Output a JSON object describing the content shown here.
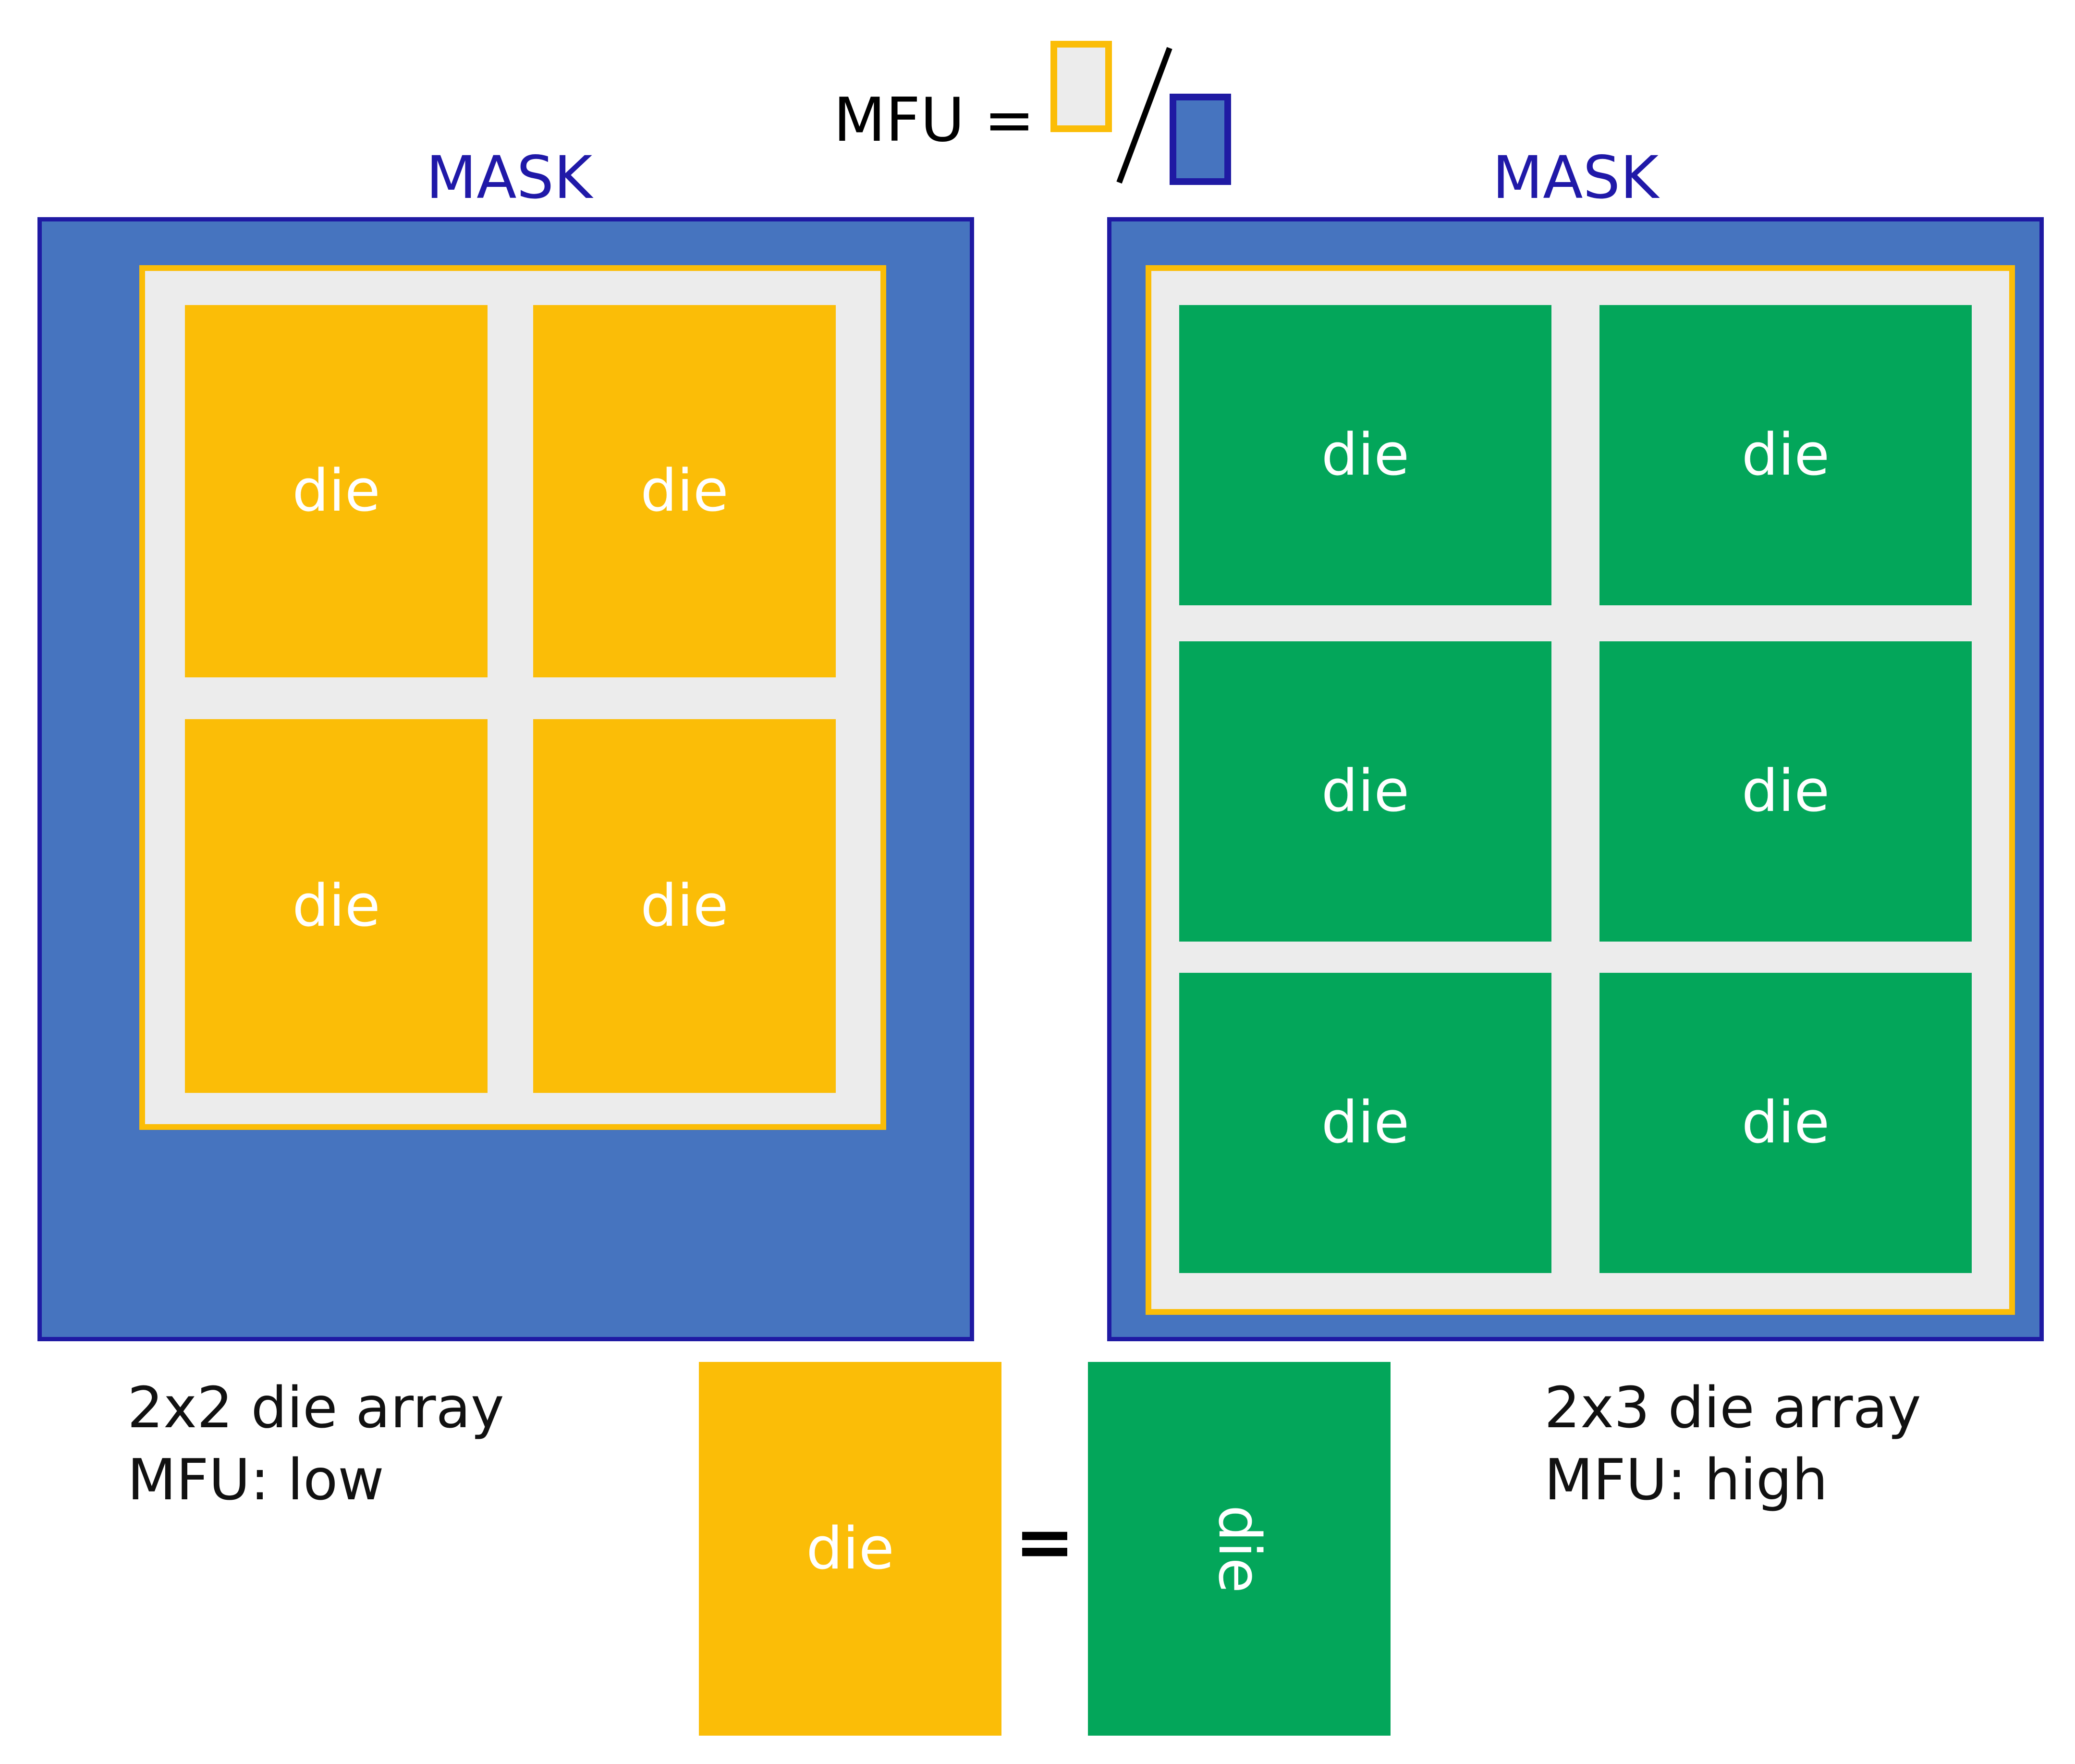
{
  "formula": {
    "label": "MFU ="
  },
  "masks": {
    "left_title": "MASK",
    "right_title": "MASK"
  },
  "die_label": "die",
  "captions": {
    "left_line1": "2x2 die array",
    "left_line2": "MFU: low",
    "right_line1": "2x3 die array",
    "right_line2": "MFU: high"
  },
  "equivalence": {
    "sign": "="
  },
  "colors": {
    "mask_blue": "#4674bf",
    "mask_border": "#1f1aa3",
    "exposure_fill": "#ececec",
    "exposure_border": "#fbbd07",
    "die_yellow": "#fbbd07",
    "die_green": "#03a65a",
    "title_blue": "#2019a8"
  },
  "icons": {
    "numerator": "exposure-area-legend-icon",
    "denominator": "mask-area-legend-icon"
  }
}
